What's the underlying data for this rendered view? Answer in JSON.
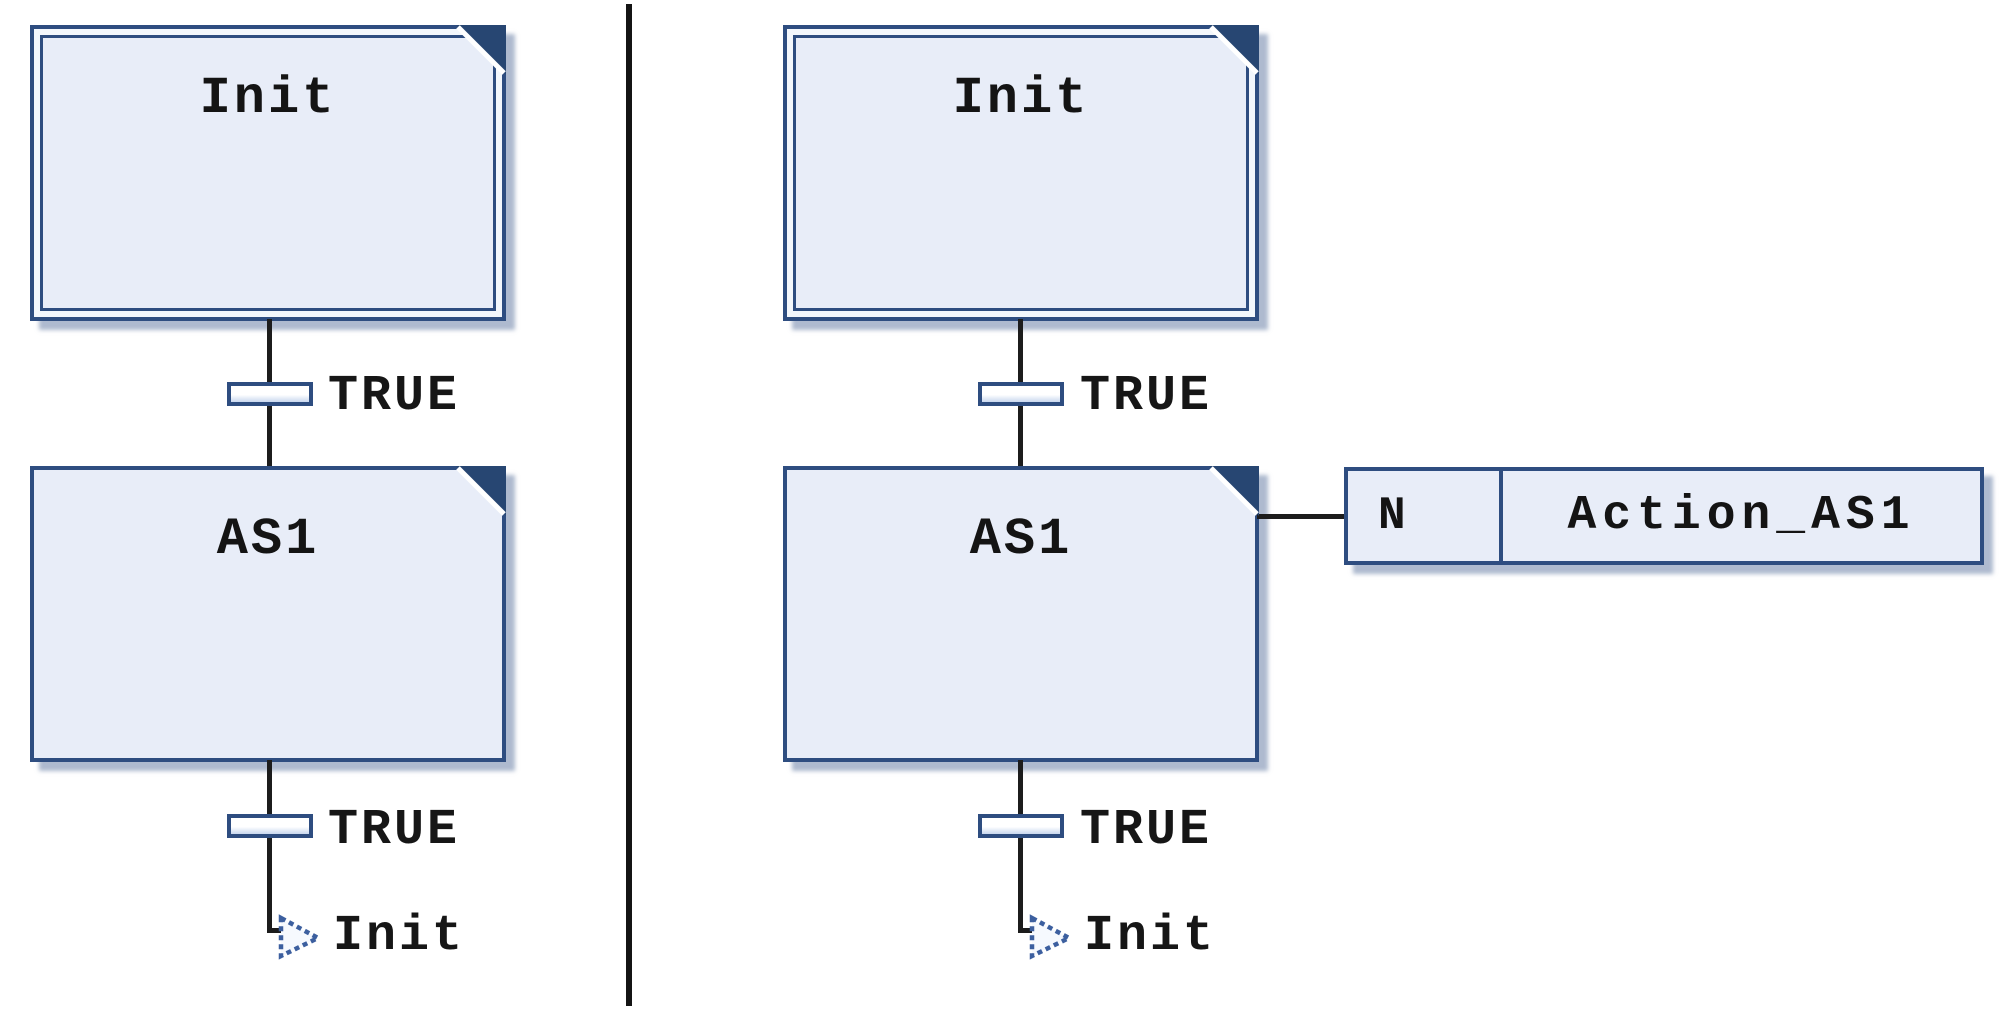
{
  "diagram_type": "sfc-sequential-function-chart",
  "colors": {
    "box_border": "#2e4d80",
    "box_fill": "#e8edf8",
    "corner_fold": "#274672",
    "connection_line": "#1c1c1c",
    "shadow": "#8ea3c2",
    "text": "#141414",
    "jump_arrow_stroke": "#3c5f9f"
  },
  "panels": [
    {
      "name": "without-action",
      "steps": [
        {
          "label": "Init",
          "initial": true
        },
        {
          "label": "AS1",
          "initial": false
        }
      ],
      "transitions": [
        {
          "condition": "TRUE"
        },
        {
          "condition": "TRUE"
        }
      ],
      "jump": {
        "target": "Init"
      }
    },
    {
      "name": "with-action",
      "steps": [
        {
          "label": "Init",
          "initial": true
        },
        {
          "label": "AS1",
          "initial": false
        }
      ],
      "transitions": [
        {
          "condition": "TRUE"
        },
        {
          "condition": "TRUE"
        }
      ],
      "jump": {
        "target": "Init"
      },
      "action_block": {
        "qualifier": "N",
        "action_name": "Action_AS1"
      }
    }
  ]
}
